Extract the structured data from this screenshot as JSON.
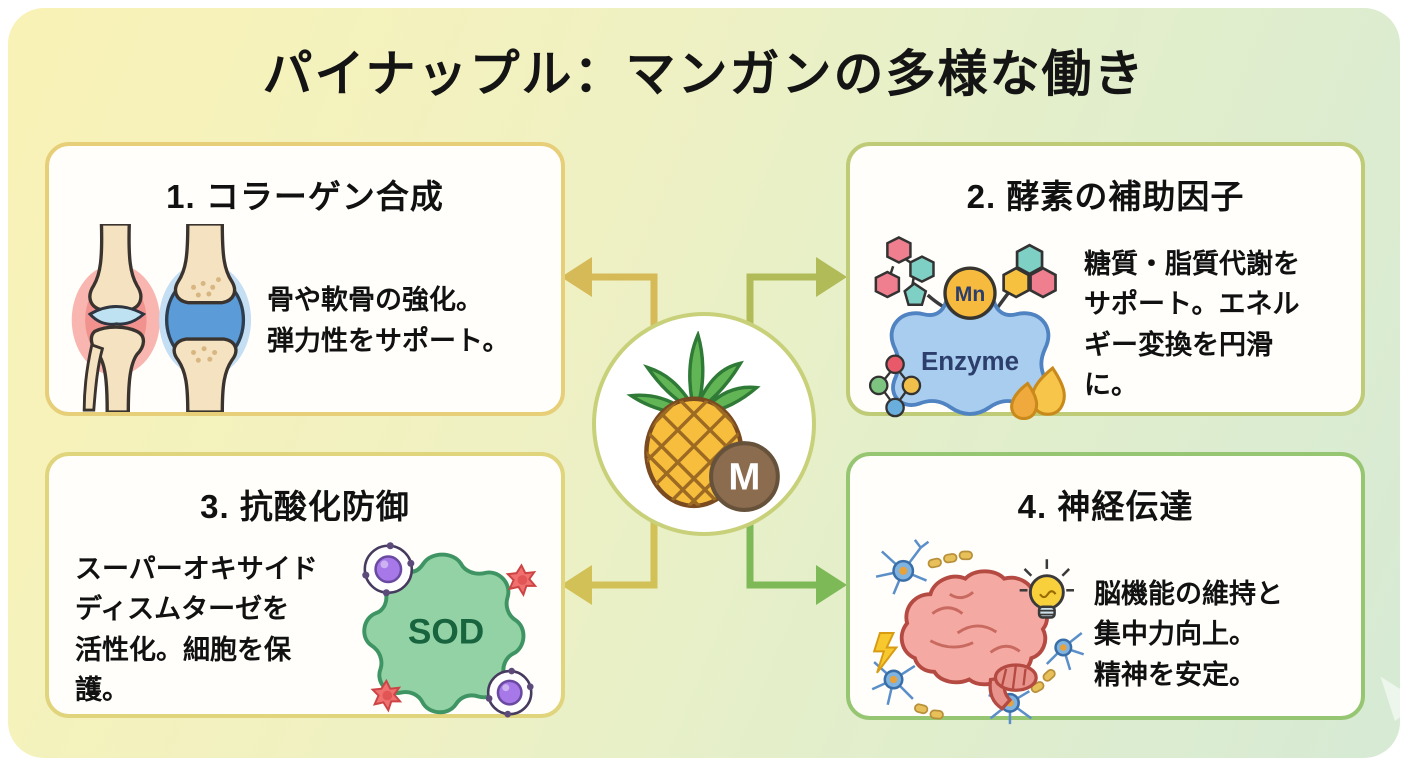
{
  "title": "パイナップル：マンガンの多様な働き",
  "hub": {
    "badge": "M"
  },
  "boxes": [
    {
      "title": "1. コラーゲン合成",
      "lines": [
        "骨や軟骨の強化。",
        "弾力性をサポート。"
      ]
    },
    {
      "title": "2. 酵素の補助因子",
      "lines": [
        "糖質・脂質代謝を",
        "サポート。エネル",
        "ギー変換を円滑",
        "に。"
      ]
    },
    {
      "title": "3. 抗酸化防御",
      "lines": [
        "スーパーオキサイド",
        "ディスムターゼを",
        "活性化。細胞を保護。"
      ]
    },
    {
      "title": "4. 神経伝達",
      "lines": [
        "脳機能の維持と",
        "集中力向上。",
        "精神を安定。"
      ]
    }
  ],
  "icon_labels": {
    "metal": "Mn",
    "enzyme": "Enzyme",
    "sod": "SOD"
  },
  "colors": {
    "box1_border": "#e7cf79",
    "box2_border": "#bfcb76",
    "box3_border": "#e0d47c",
    "box4_border": "#97c673",
    "arrow_tl": "#d5ba57",
    "arrow_tr": "#b1bb58",
    "arrow_bl": "#d2c157",
    "arrow_br": "#7db957",
    "hub_border": "#c8d17a"
  }
}
